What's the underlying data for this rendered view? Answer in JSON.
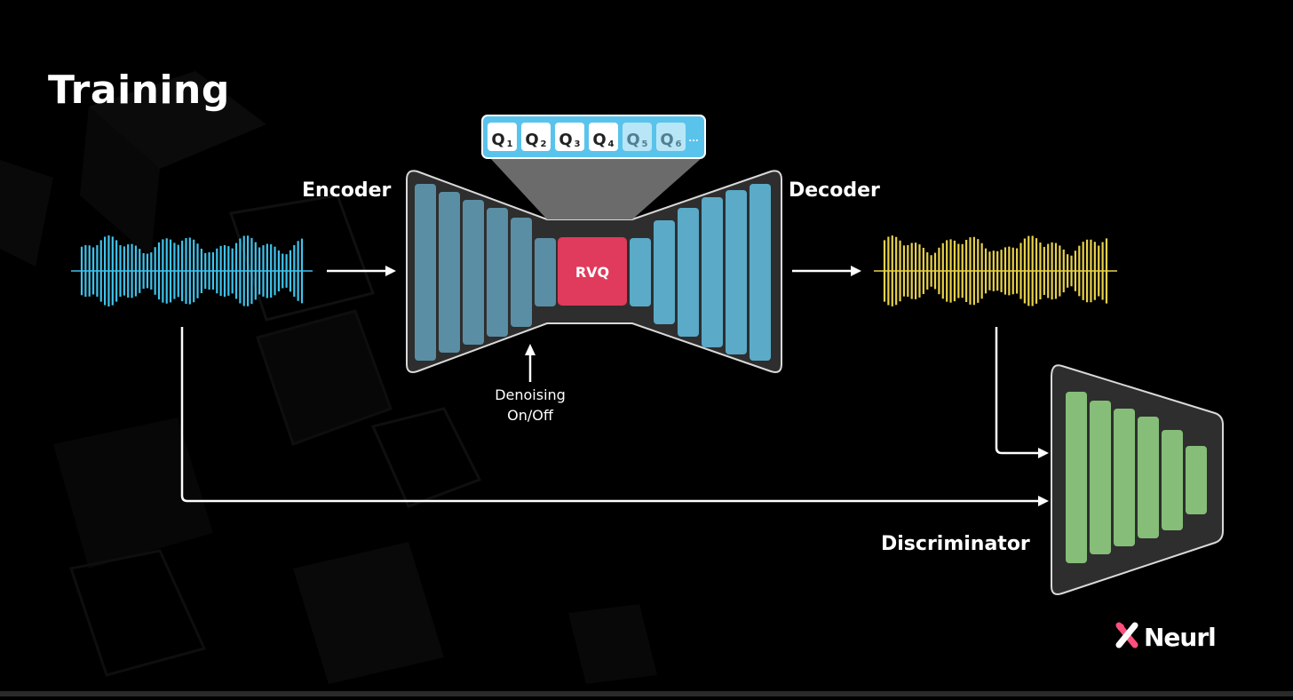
{
  "title": "Training",
  "labels": {
    "encoder": "Encoder",
    "decoder": "Decoder",
    "discriminator": "Discriminator",
    "rvq": "RVQ",
    "denoising_line1": "Denoising",
    "denoising_line2": "On/Off"
  },
  "codebooks": {
    "items": [
      {
        "letter": "Q",
        "sub": "1"
      },
      {
        "letter": "Q",
        "sub": "2"
      },
      {
        "letter": "Q",
        "sub": "3"
      },
      {
        "letter": "Q",
        "sub": "4"
      },
      {
        "letter": "Q",
        "sub": "5"
      },
      {
        "letter": "Q",
        "sub": "6"
      }
    ],
    "ellipsis": "..."
  },
  "brand": {
    "name": "Neurl"
  },
  "colors": {
    "background": "#000000",
    "input_wave": "#3fc3ec",
    "output_wave": "#e8d24a",
    "encoder_bars": "#5a8ea4",
    "decoder_bars": "#5aaac8",
    "rvq": "#e03a5c",
    "discriminator_bars": "#86bd78",
    "panel": "#2e2e2e",
    "codebook_panel": "#5ac3ec",
    "brand_accent": "#ff4f7d"
  }
}
